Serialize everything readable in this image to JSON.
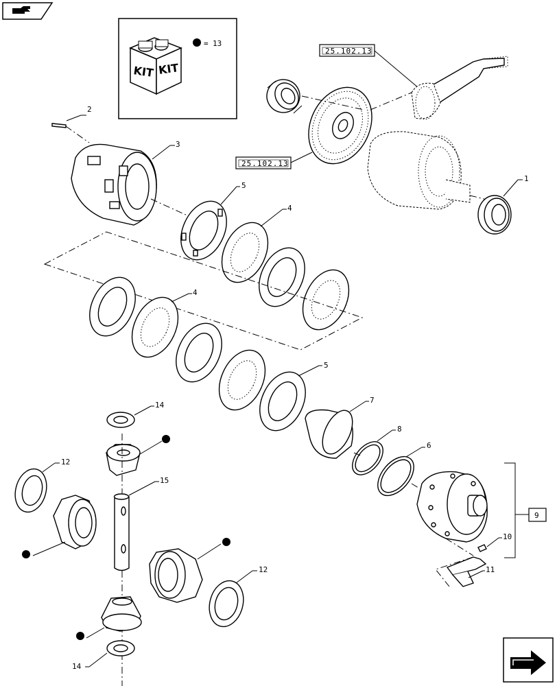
{
  "kit": {
    "box_labels": [
      "KIT",
      "KIT"
    ],
    "equals_sign": "=",
    "kit_number": "13"
  },
  "references": [
    "25.102.13",
    "25.102.13"
  ],
  "callouts": [
    "1",
    "2",
    "3",
    "4",
    "4",
    "5",
    "5",
    "6",
    "7",
    "8",
    "9",
    "10",
    "11",
    "12",
    "12",
    "14",
    "14",
    "15"
  ]
}
